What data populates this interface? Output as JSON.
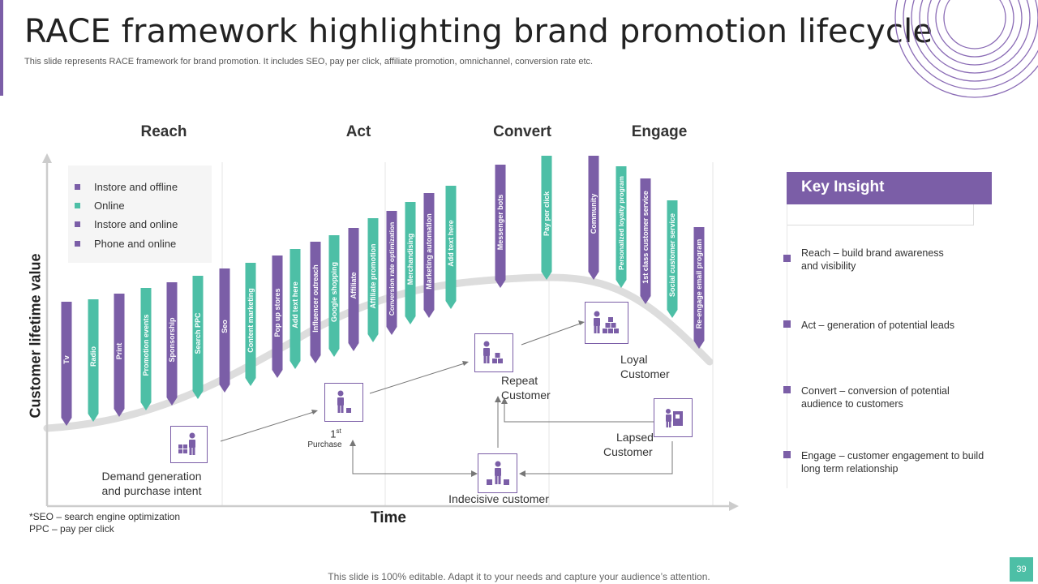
{
  "header": {
    "title": "RACE framework highlighting brand promotion lifecycle",
    "subtitle": "This slide represents RACE framework for brand promotion. It includes SEO, pay per click, affiliate promotion, omnichannel, conversion rate etc."
  },
  "colors": {
    "purple": "#7b5ea7",
    "teal": "#4dbfa6",
    "curve": "#dddddd",
    "axis": "#cccccc"
  },
  "phases": [
    "Reach",
    "Act",
    "Convert",
    "Engage"
  ],
  "legend": [
    {
      "label": "Instore and offline",
      "color": "#7b5ea7"
    },
    {
      "label": "Online",
      "color": "#4dbfa6"
    },
    {
      "label": "Instore and online",
      "color": "#7b5ea7"
    },
    {
      "label": "Phone and online",
      "color": "#7b5ea7"
    }
  ],
  "axes": {
    "y_label": "Customer lifetime value",
    "x_label": "Time"
  },
  "channels": [
    {
      "label": "Tv",
      "color": "purple"
    },
    {
      "label": "Radio",
      "color": "teal"
    },
    {
      "label": "Print",
      "color": "purple"
    },
    {
      "label": "Promotion events",
      "color": "teal"
    },
    {
      "label": "Sponsorship",
      "color": "purple"
    },
    {
      "label": "Search PPC",
      "color": "teal"
    },
    {
      "label": "Seo",
      "color": "purple"
    },
    {
      "label": "Content marketing",
      "color": "teal"
    },
    {
      "label": "Pop up stores",
      "color": "purple"
    },
    {
      "label": "Add text here",
      "color": "teal"
    },
    {
      "label": "Influencer outreach",
      "color": "purple"
    },
    {
      "label": "Google shopping",
      "color": "teal"
    },
    {
      "label": "Affiliate",
      "color": "purple"
    },
    {
      "label": "Affiliate promotion",
      "color": "teal"
    },
    {
      "label": "Conversion rate optimization",
      "color": "purple"
    },
    {
      "label": "Merchandising",
      "color": "teal"
    },
    {
      "label": "Marketing automation",
      "color": "purple"
    },
    {
      "label": "Add text here",
      "color": "teal"
    },
    {
      "label": "Messenger bots",
      "color": "purple"
    },
    {
      "label": "Pay per click",
      "color": "teal"
    },
    {
      "label": "Community",
      "color": "purple"
    },
    {
      "label": "Personalized loyalty program",
      "color": "teal"
    },
    {
      "label": "1st class customer service",
      "color": "purple"
    },
    {
      "label": "Social customer service",
      "color": "teal"
    },
    {
      "label": "Re-engage email program",
      "color": "purple"
    }
  ],
  "stages": {
    "demand": {
      "line1": "Demand generation",
      "line2": "and purchase intent"
    },
    "first_purchase": {
      "number": "1",
      "suffix": "st",
      "label": "Purchase"
    },
    "repeat": {
      "line1": "Repeat",
      "line2": "Customer"
    },
    "loyal": {
      "line1": "Loyal",
      "line2": "Customer"
    },
    "lapsed": {
      "line1": "Lapsed",
      "line2": "Customer"
    },
    "indecisive": {
      "label": "Indecisive customer"
    }
  },
  "footnotes": [
    "*SEO – search engine optimization",
    "PPC – pay per click"
  ],
  "key_insight": {
    "title": "Key Insight",
    "items": [
      "Reach – build brand awareness\n and visibility",
      "Act – generation of potential leads",
      "Convert  – conversion  of potential audience to customers",
      "Engage – customer engagement  to build long term relationship"
    ]
  },
  "footer": {
    "text": "This slide is 100% editable. Adapt it to your needs and capture your audience’s attention.",
    "page": "39"
  }
}
